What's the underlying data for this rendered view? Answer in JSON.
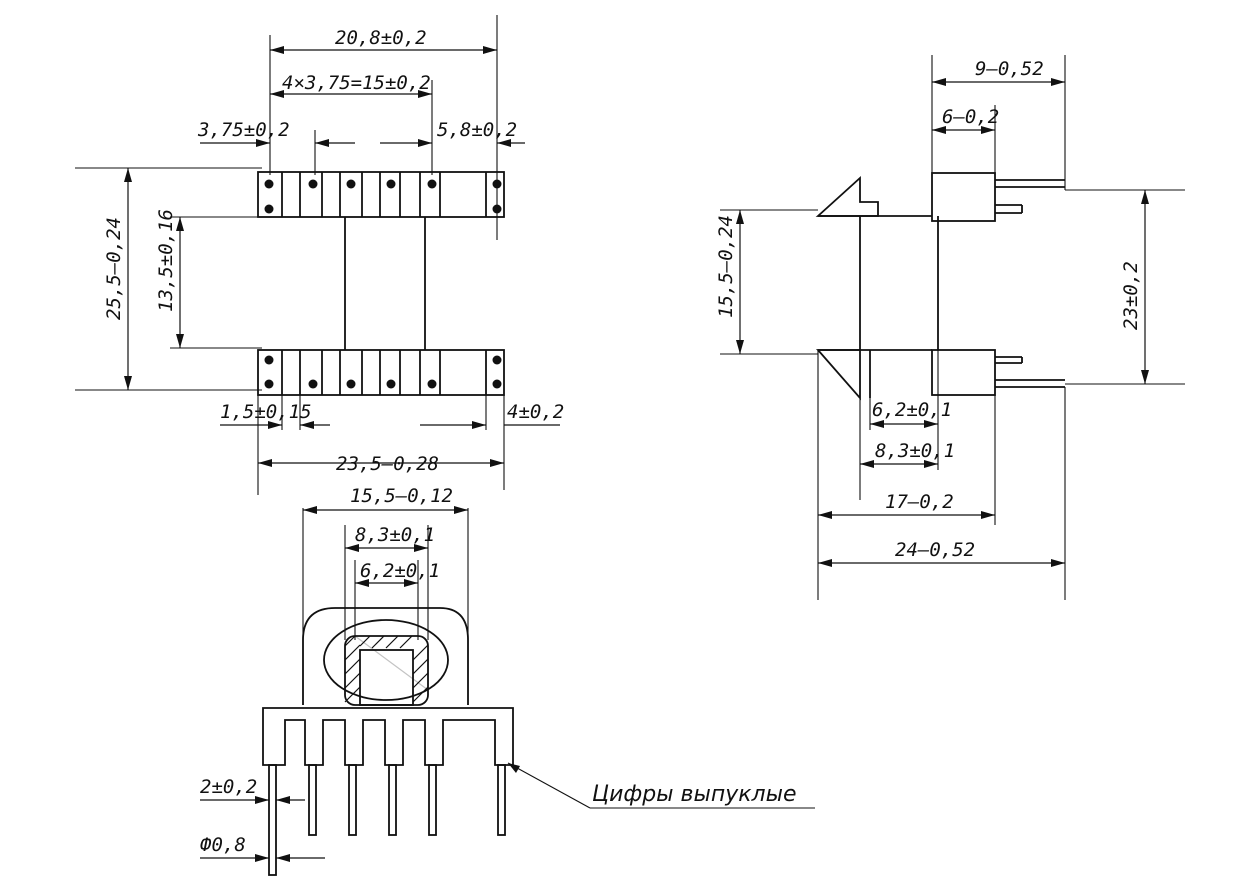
{
  "top_view": {
    "overall_width": "20,8±0,2",
    "pin_spacing": "4×3,75=15±0,2",
    "pitch_left": "3,75±0,2",
    "right_offset": "5,8±0,2",
    "height_outer": "25,5–0,24",
    "height_inner": "13,5±0,16",
    "bottom_left_step": "1,5±0,15",
    "bottom_right_step": "4±0,2",
    "base_length": "23,5–0,28"
  },
  "side_view": {
    "pin_length_total": "9–0,52",
    "pin_length_short": "6–0,2",
    "body_height": "15,5–0,24",
    "pin_span": "23±0,2",
    "inner_small": "6,2±0,1",
    "inner_large": "8,3±0,1",
    "body_depth": "17–0,2",
    "overall_depth": "24–0,52"
  },
  "front_view": {
    "flange_width": "15,5–0,12",
    "core_outer": "8,3±0,1",
    "core_inner": "6,2±0,1",
    "pin_pitch": "2±0,2",
    "pin_diameter": "Ф0,8",
    "note": "Цифры выпуклые"
  }
}
